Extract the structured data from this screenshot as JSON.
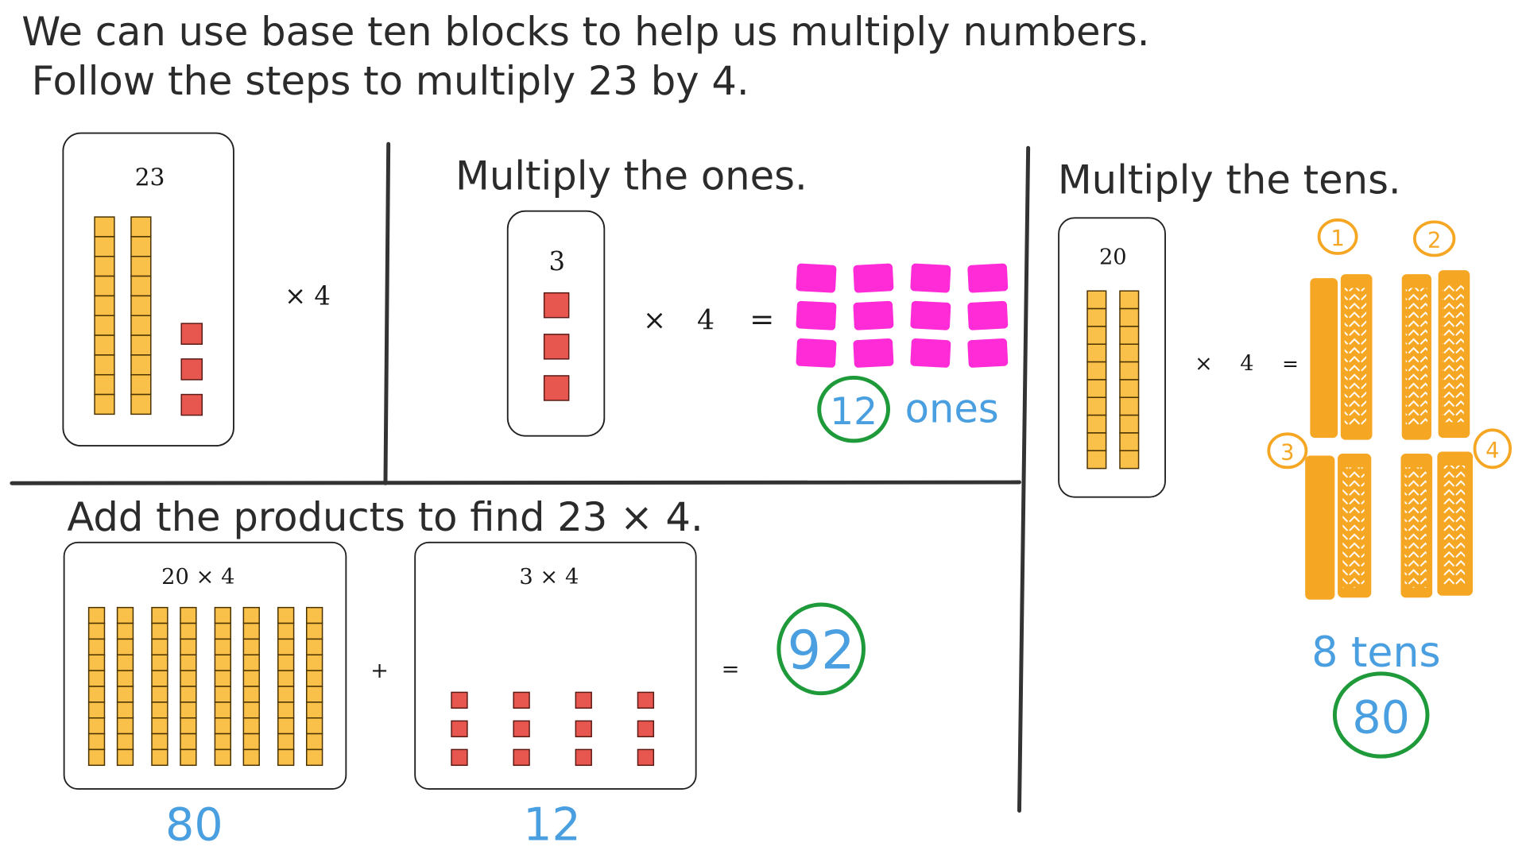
{
  "intro": {
    "line1": "We can use base ten blocks to help us multiply numbers.",
    "line2": "Follow the steps to multiply 23 by 4."
  },
  "panel_start": {
    "card_label": "23",
    "multiplier": "× 4",
    "tens": 2,
    "ones": 3
  },
  "panel_ones": {
    "title": "Multiply the ones.",
    "card_label": "3",
    "times": "×",
    "multiplier": "4",
    "equals": "=",
    "result_number": "12",
    "result_unit": "ones",
    "ones_in_card": 3,
    "result_squares": 12
  },
  "panel_tens": {
    "title": "Multiply the tens.",
    "card_label": "20",
    "times": "×",
    "multiplier": "4",
    "equals": "=",
    "group_numbers": [
      "1",
      "2",
      "3",
      "4"
    ],
    "result_label": "8 tens",
    "result_number": "80",
    "tens_in_card": 2
  },
  "panel_add": {
    "title": "Add the products to find 23 × 4.",
    "card1_label": "20 × 4",
    "card1_value": "80",
    "card1_tens": 8,
    "plus": "+",
    "card2_label": "3 × 4",
    "card2_value": "12",
    "card2_ones": 12,
    "equals": "=",
    "answer": "92"
  },
  "colors": {
    "tens_block": "#f9c04a",
    "ones_block": "#e8574f",
    "pink": "#ff2bd6",
    "orange": "#f5a623",
    "green": "#1f9a3a",
    "blue": "#4a9fe0"
  }
}
